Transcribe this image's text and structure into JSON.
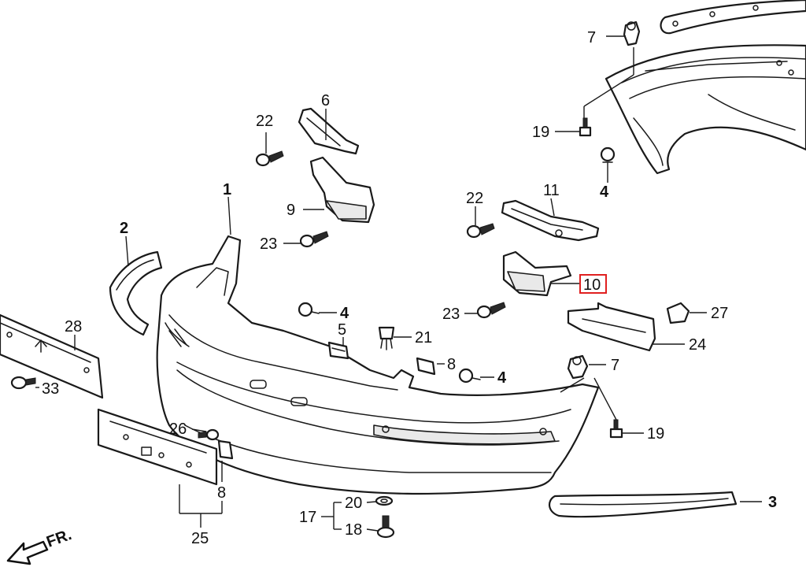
{
  "labels": {
    "p1": "1",
    "p2": "2",
    "p3": "3",
    "p4a": "4",
    "p4b": "4",
    "p4c": "4",
    "p5": "5",
    "p6": "6",
    "p7a": "7",
    "p7b": "7",
    "p8a": "8",
    "p8b": "8",
    "p9": "9",
    "p10": "10",
    "p11": "11",
    "p17": "17",
    "p18": "18",
    "p19a": "19",
    "p19b": "19",
    "p20": "20",
    "p21": "21",
    "p22a": "22",
    "p22b": "22",
    "p23a": "23",
    "p23b": "23",
    "p24": "24",
    "p25": "25",
    "p26": "26",
    "p27": "27",
    "p28": "28",
    "p33": "33"
  },
  "direction": {
    "label": "FR."
  },
  "highlight": {
    "part": "10",
    "color": "#e02020"
  }
}
